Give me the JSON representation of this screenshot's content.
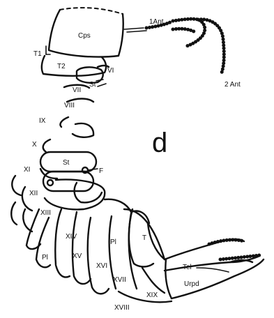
{
  "figure": {
    "panel_letter": "d",
    "labels": {
      "cps": "Cps",
      "t1": "T1",
      "t2": "T2",
      "vi": "VI",
      "st_upper": "St",
      "vii": "VII",
      "viii": "VIII",
      "ix": "IX",
      "x": "X",
      "st_lower": "St",
      "f": "F",
      "xi": "XI",
      "xii": "XII",
      "xiii": "XIII",
      "xiv": "XIV",
      "xv": "XV",
      "xvi": "XVI",
      "xvii": "XVII",
      "xviii": "XVIII",
      "xix": "XIX",
      "pl_left": "Pl",
      "pl_right": "Pl",
      "t": "T",
      "tel": "Tel",
      "urpd": "Urpd",
      "ant1": "1Ant",
      "ant2": "2 Ant"
    }
  }
}
